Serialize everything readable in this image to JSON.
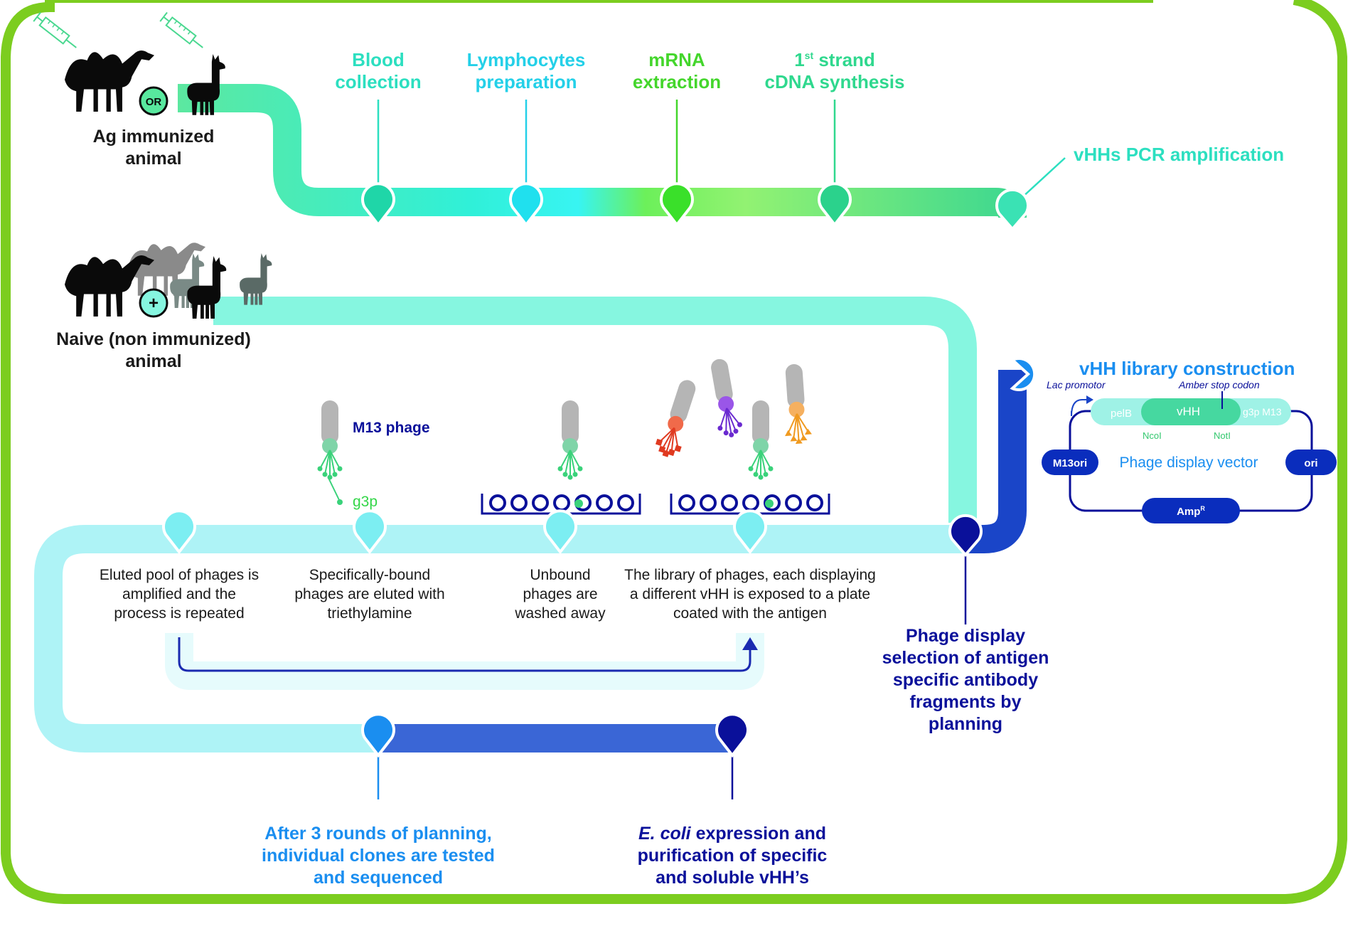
{
  "colors": {
    "frame": "#7ccd1f",
    "pipe_immunized": "#58e89e",
    "pipe_naive": "#86f6e0",
    "pipe_selection": "#aef3f6",
    "pipe_dark_blue": "#1a45c8",
    "pipe_mid_blue": "#3a66d6",
    "navy": "#0a109a",
    "cyan_text": "#2cddd0",
    "blue_text": "#1a8ef0",
    "green_text": "#33d648"
  },
  "sources": {
    "immunized_label": "Ag immunized animal",
    "immunized_lines": [
      "Ag immunized",
      "animal"
    ],
    "or_badge": "OR",
    "naive_lines": [
      "Naive (non immunized)",
      "animal"
    ],
    "plus_badge": "+"
  },
  "top_steps": [
    {
      "lines": [
        "Blood",
        "collection"
      ],
      "color": "#2cdfc0",
      "node": "#1fd6a8"
    },
    {
      "lines": [
        "Lymphocytes",
        "preparation"
      ],
      "color": "#24d0e8",
      "node": "#20e0ee"
    },
    {
      "lines": [
        "mRNA",
        "extraction"
      ],
      "color": "#44d62c",
      "node": "#3ae02a"
    },
    {
      "lines": [
        "cDNA synthesis"
      ],
      "prefix": "1",
      "prefix_sup": "st",
      "prefix_word": "strand",
      "color": "#2fd88e",
      "node": "#2bd28c"
    }
  ],
  "pcr_label": "vHHs PCR amplification",
  "library_label": "vHH library construction",
  "vector": {
    "title": "Phage display vector",
    "lac": "Lac promotor",
    "amber": "Amber stop codon",
    "segments": [
      "pelB",
      "vHH",
      "g3p M13"
    ],
    "sites": [
      "NcoI",
      "NotI"
    ],
    "left_node": "M13ori",
    "right_node": "ori",
    "bottom_node": "Amp",
    "bottom_sup": "R"
  },
  "phage_labels": {
    "name": "M13 phage",
    "g3p": "g3p"
  },
  "selection_steps": [
    {
      "lines": [
        "Eluted pool of phages is",
        "amplified and the",
        "process is repeated"
      ]
    },
    {
      "lines": [
        "Specifically-bound",
        "phages are eluted with",
        "triethylamine"
      ]
    },
    {
      "lines": [
        "Unbound",
        "phages are",
        "washed away"
      ]
    },
    {
      "lines": [
        "The library of phages, each displaying",
        "a different vHH is exposed to a plate",
        "coated with the antigen"
      ]
    }
  ],
  "phage_display_label": [
    "Phage display",
    "selection of antigen",
    "specific antibody",
    "fragments by",
    "planning"
  ],
  "final_steps": [
    {
      "lines": [
        "After 3 rounds of planning,",
        "individual clones are tested",
        "and sequenced"
      ],
      "color": "#1a8ef0"
    },
    {
      "lines": [
        "expression and",
        "purification of specific",
        "and soluble vHH’s"
      ],
      "italic_prefix": "E. coli",
      "color": "#0a109a"
    }
  ]
}
